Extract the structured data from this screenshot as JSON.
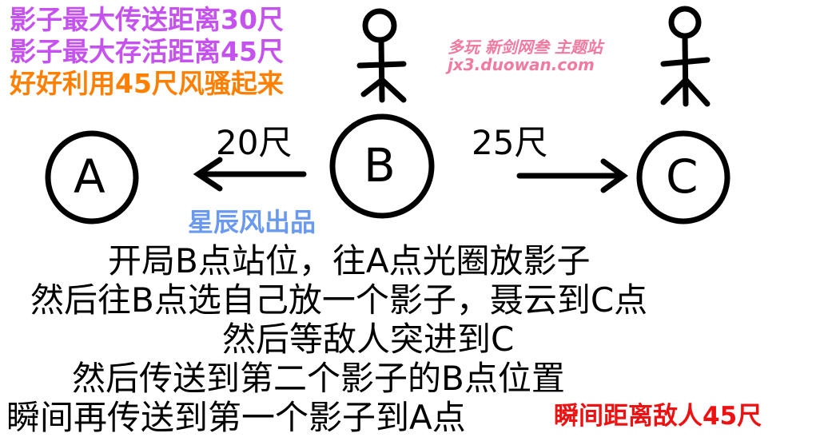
{
  "header_notes": [
    {
      "text": "影子最大传送距离30尺",
      "color": "#c552ee"
    },
    {
      "text": "影子最大存活距离45尺",
      "color": "#c552ee"
    },
    {
      "text": "好好利用45尺风骚起来",
      "color": "#ff7f00"
    }
  ],
  "diagram": {
    "points": {
      "a": "A",
      "b": "B",
      "c": "C"
    },
    "distance_ab": "20尺",
    "distance_bc": "25尺"
  },
  "credit": {
    "text": "星辰风出品",
    "color": "#6a9af0"
  },
  "steps": [
    "开局B点站位，往A点光圈放影子",
    "然后往B点选自己放一个影子，聂云到C点",
    "然后等敌人突进到C",
    "然后传送到第二个影子的B点位置",
    "瞬间再传送到第一个影子到A点"
  ],
  "highlight": {
    "text": "瞬间距离敌人45尺",
    "color": "#ee1111"
  },
  "watermark": {
    "line1": "多玩 新剑网叁 主题站",
    "line2": "jx3.duowan.com"
  }
}
